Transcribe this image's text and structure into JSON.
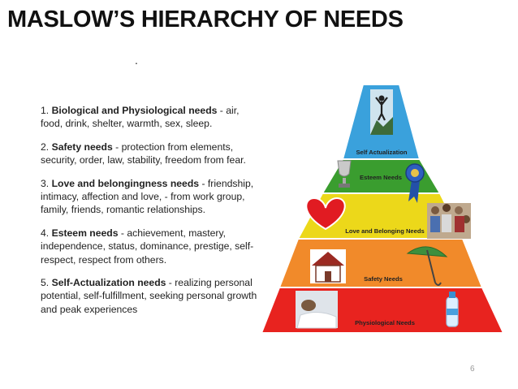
{
  "slide": {
    "title": "MASLOW’S HIERARCHY OF NEEDS",
    "dot": ".",
    "page_number": "6"
  },
  "needs": [
    {
      "num": "1. ",
      "name": "Biological and Physiological needs",
      "desc": " - air, food, drink, shelter, warmth, sex, sleep."
    },
    {
      "num": "2. ",
      "name": "Safety needs",
      "desc": " - protection from elements, security, order, law, stability, freedom from fear."
    },
    {
      "num": "3. ",
      "name": "Love and belongingness needs",
      "desc": " - friendship, intimacy, affection and love, - from work group, family, friends, romantic relationships."
    },
    {
      "num": "4. ",
      "name": "Esteem needs",
      "desc": " - achievement, mastery, independence, status, dominance, prestige, self-respect, respect from others."
    },
    {
      "num": "5. ",
      "name": "Self-Actualization needs",
      "desc": " - realizing personal potential, self-fulfillment, seeking personal growth and peak experiences"
    }
  ],
  "pyramid": {
    "levels": [
      {
        "label": "Self Actualization",
        "color": "#3aa1dc"
      },
      {
        "label": "Esteem Needs",
        "color": "#3a9d2f"
      },
      {
        "label": "Love and Belonging Needs",
        "color": "#ecd81a"
      },
      {
        "label": "Safety Needs",
        "color": "#f18a2a"
      },
      {
        "label": "Physiological Needs",
        "color": "#e8231f"
      }
    ],
    "icons": [
      "person-summit-icon",
      "trophy-icon",
      "ribbon-icon",
      "heart-icon",
      "group-hands-icon",
      "house-icon",
      "umbrella-icon",
      "sleeping-person-icon",
      "water-bottle-icon"
    ]
  }
}
